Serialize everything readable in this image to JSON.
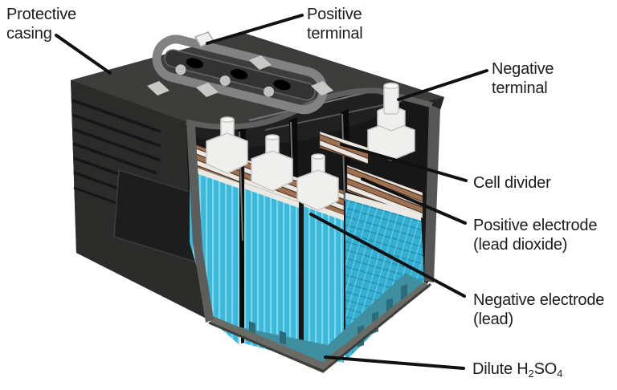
{
  "labels": {
    "protective_casing": {
      "line1": "Protective",
      "line2": "casing"
    },
    "positive_terminal": {
      "line1": "Positive",
      "line2": "terminal"
    },
    "negative_terminal": {
      "line1": "Negative",
      "line2": "terminal"
    },
    "cell_divider": {
      "line1": "Cell divider"
    },
    "positive_electrode": {
      "line1": "Positive electrode",
      "line2": "(lead dioxide)"
    },
    "negative_electrode": {
      "line1": "Negative electrode",
      "line2": "(lead)"
    },
    "dilute_acid": {
      "prefix": "Dilute H",
      "sub1": "2",
      "mid": "SO",
      "sub2": "4"
    }
  },
  "colors": {
    "background": "#ffffff",
    "label_text": "#1c1c1c",
    "leader_line": "#111111",
    "casing_dark": "#242424",
    "casing_top": "#3d3d3b",
    "casing_front": "#2b2b29",
    "casing_ridge": "#161616",
    "recess": "#1d1d1d",
    "interior_black": "#171717",
    "cut_rim": "#5f5f5d",
    "handle": "#828282",
    "handle_channel": "#333333",
    "rivet_gray": "#c2c2c2",
    "vent_cap": "#c8c8c6",
    "terminal_white": "#efefed",
    "terminal_stroke": "#c7c7c5",
    "plate_cyan": "#3cb8da",
    "plate_cyan_light": "#7fd8ee",
    "grid_cyan": "#35aed2",
    "grid_line": "#1f93b6",
    "electrode_brown": "#a1714f",
    "electrode_dark": "#553b2b",
    "separator_cream": "#ece9e3",
    "electrolyte_teal": "#3f8fa0",
    "electrolyte_dark": "#2c6b7a",
    "floor_rim": "#6b6b65",
    "divider_black": "#0b0b0b"
  }
}
